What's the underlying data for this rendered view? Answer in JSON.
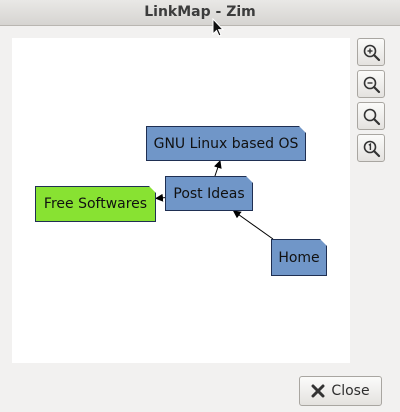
{
  "window": {
    "title": "LinkMap - Zim"
  },
  "graph": {
    "nodes": [
      {
        "id": "gnu",
        "label": "GNU Linux based OS",
        "color": "#7096c8"
      },
      {
        "id": "post",
        "label": "Post Ideas",
        "color": "#7096c8"
      },
      {
        "id": "free",
        "label": "Free Softwares",
        "color": "#88e232"
      },
      {
        "id": "home",
        "label": "Home",
        "color": "#7096c8"
      }
    ],
    "edges": [
      {
        "from": "post",
        "to": "gnu"
      },
      {
        "from": "post",
        "to": "free"
      },
      {
        "from": "home",
        "to": "post"
      }
    ]
  },
  "toolbar": {
    "buttons": [
      {
        "name": "zoom-in",
        "icon": "zoom-in-icon"
      },
      {
        "name": "zoom-out",
        "icon": "zoom-out-icon"
      },
      {
        "name": "zoom-fit",
        "icon": "zoom-fit-icon"
      },
      {
        "name": "zoom-100",
        "icon": "zoom-original-icon"
      }
    ]
  },
  "footer": {
    "close_label": "Close"
  }
}
